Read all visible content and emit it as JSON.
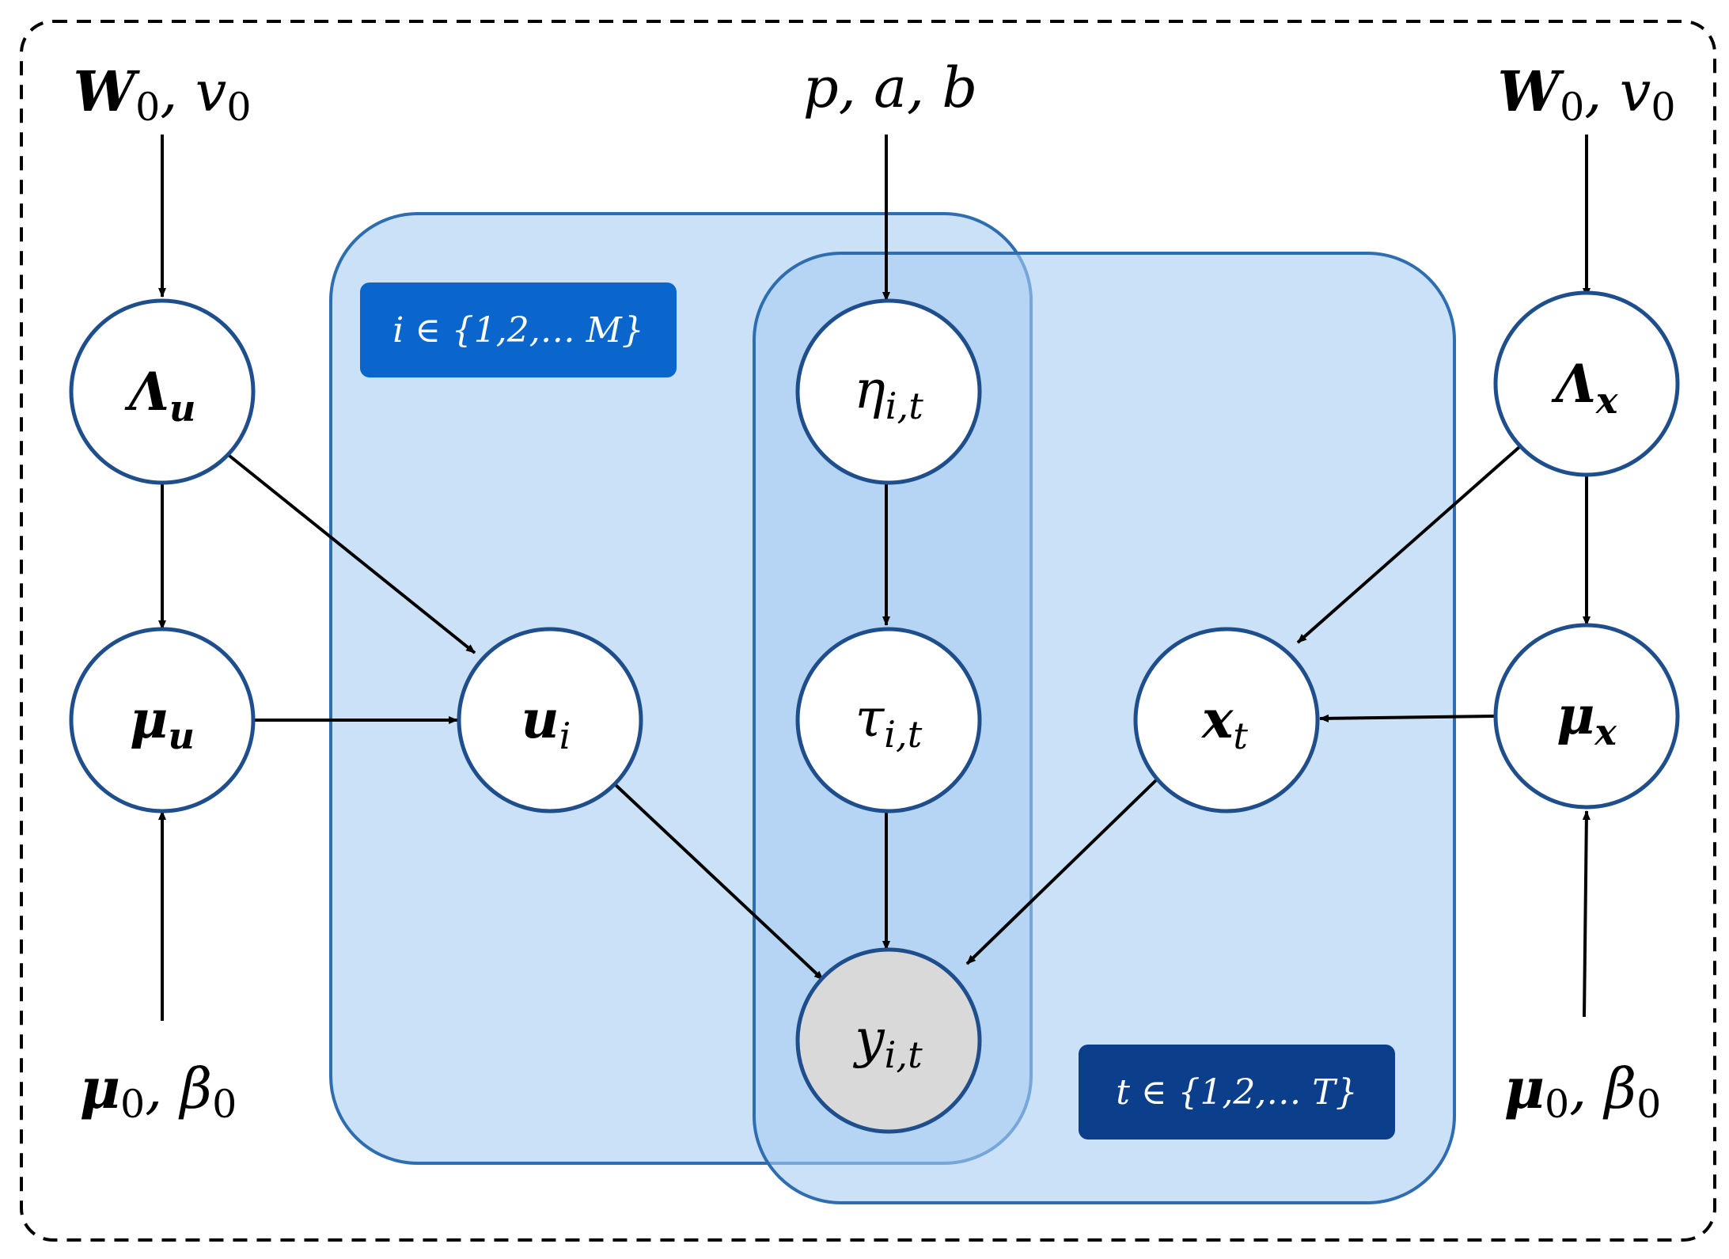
{
  "colors": {
    "plate_fill": "#a9cdf3",
    "plate_stroke": "#2e6db0",
    "node_stroke": "#1f4e8c",
    "observed_fill": "#d9d9d9",
    "plate_i_label_bg": "#0a66cc",
    "plate_t_label_bg": "#0b3f8c"
  },
  "plates": {
    "i": {
      "label": "i ∈ {1,2,… M}"
    },
    "t": {
      "label": "t ∈ {1,2,… T}"
    }
  },
  "hyperparams": {
    "w0v0_left": {
      "main": "W",
      "sub1": "0",
      "sep": ", v",
      "sub2": "0"
    },
    "w0v0_right": {
      "main": "W",
      "sub1": "0",
      "sep": ", v",
      "sub2": "0"
    },
    "pab": {
      "text": "p, a, b"
    },
    "mu0beta0_left": {
      "main": "μ",
      "sub1": "0",
      "sep": ", β",
      "sub2": "0"
    },
    "mu0beta0_right": {
      "main": "μ",
      "sub1": "0",
      "sep": ", β",
      "sub2": "0"
    }
  },
  "nodes": {
    "lambda_u": {
      "main": "Λ",
      "sub": "u",
      "observed": false
    },
    "mu_u": {
      "main": "μ",
      "sub": "u",
      "observed": false
    },
    "u_i": {
      "main": "u",
      "sub": "i",
      "observed": false
    },
    "eta": {
      "main": "η",
      "sub": "i,t",
      "observed": false
    },
    "tau": {
      "main": "τ",
      "sub": "i,t",
      "observed": false
    },
    "y": {
      "main": "y",
      "sub": "i,t",
      "observed": true
    },
    "x_t": {
      "main": "x",
      "sub": "t",
      "observed": false
    },
    "lambda_x": {
      "main": "Λ",
      "sub": "x",
      "observed": false
    },
    "mu_x": {
      "main": "μ",
      "sub": "x",
      "observed": false
    }
  }
}
